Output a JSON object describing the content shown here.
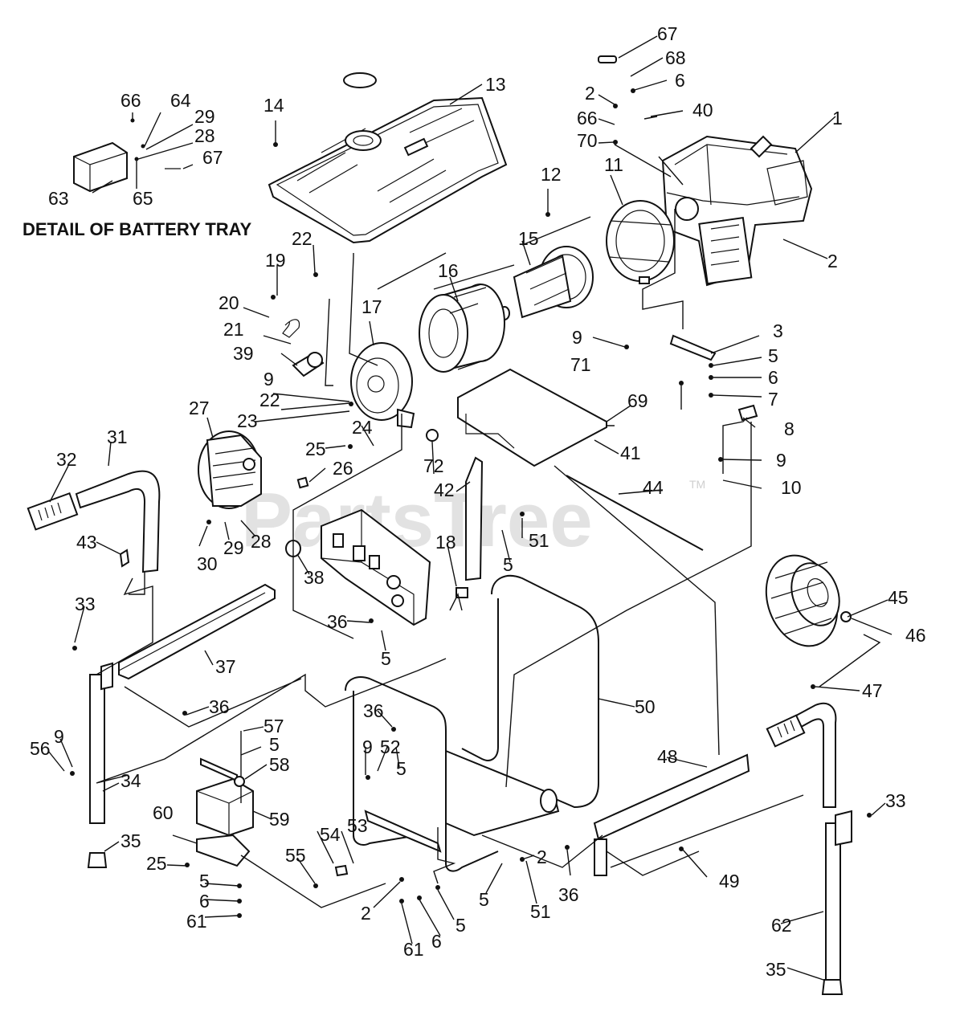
{
  "diagram": {
    "detail_title": "DETAIL OF BATTERY TRAY",
    "watermark": "PartsTree",
    "watermark_tm": "TM"
  },
  "callouts": [
    "67",
    "68",
    "6",
    "2",
    "40",
    "66",
    "70",
    "1",
    "13",
    "14",
    "12",
    "11",
    "2",
    "15",
    "16",
    "22",
    "19",
    "20",
    "17",
    "21",
    "39",
    "9",
    "71",
    "3",
    "5",
    "6",
    "7",
    "9",
    "22",
    "23",
    "24",
    "25",
    "26",
    "27",
    "31",
    "32",
    "69",
    "41",
    "72",
    "42",
    "44",
    "8",
    "9",
    "10",
    "43",
    "30",
    "29",
    "28",
    "38",
    "18",
    "51",
    "5",
    "36",
    "5",
    "45",
    "46",
    "33",
    "37",
    "36",
    "47",
    "50",
    "36",
    "57",
    "5",
    "58",
    "9",
    "52",
    "5",
    "48",
    "56",
    "9",
    "34",
    "59",
    "60",
    "35",
    "25",
    "54",
    "53",
    "55",
    "2",
    "36",
    "49",
    "33",
    "5",
    "6",
    "61",
    "2",
    "5",
    "51",
    "6",
    "61",
    "5",
    "62",
    "35",
    "66",
    "64",
    "29",
    "28",
    "67",
    "63",
    "65"
  ]
}
